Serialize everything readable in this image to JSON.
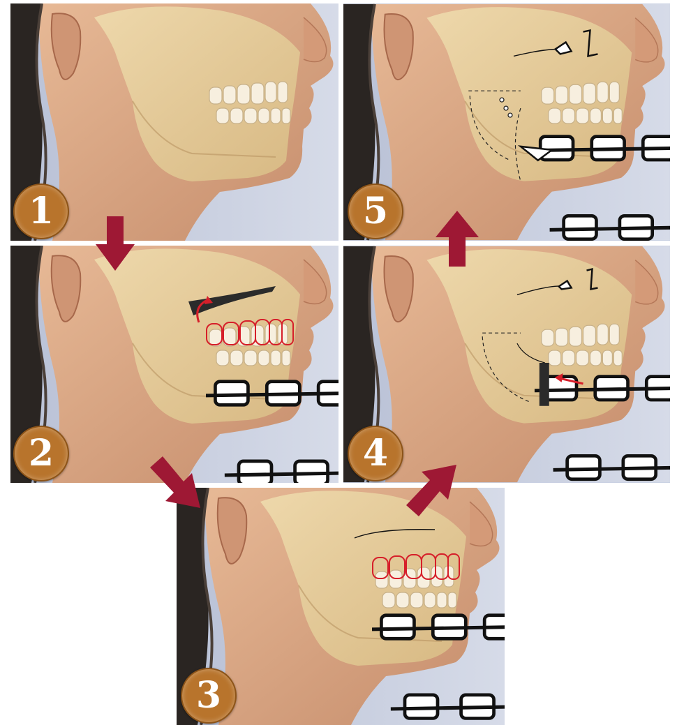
{
  "steps": [
    {
      "number": "1"
    },
    {
      "number": "2"
    },
    {
      "number": "3"
    },
    {
      "number": "4"
    },
    {
      "number": "5"
    }
  ],
  "colors": {
    "background_panel": "#c9d0e2",
    "skin": "#d8a584",
    "bone": "#e7cf9e",
    "hair": "#2a2522",
    "badge": "#b8742c",
    "arrow": "#9e1834",
    "bracket_outline": "#d61f2a",
    "osteotomy_wedge": "#2b2b2b"
  },
  "icons": [
    "arrow-down-icon",
    "arrow-down-right-icon",
    "arrow-up-right-icon",
    "arrow-up-icon"
  ]
}
